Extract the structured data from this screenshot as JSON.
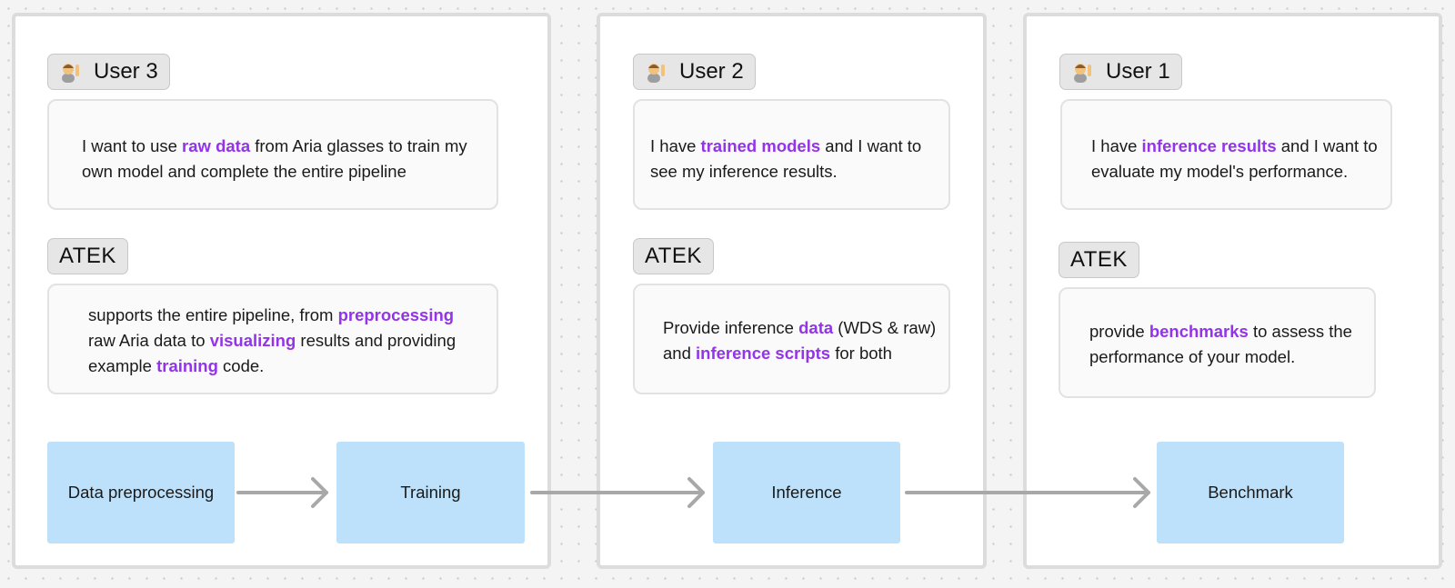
{
  "panels": [
    {
      "user_label": "User 3",
      "request": [
        {
          "t": "I want to use ",
          "h": false
        },
        {
          "t": "raw data",
          "h": true
        },
        {
          "t": " from Aria glasses to train my own model and complete the entire pipeline",
          "h": false
        }
      ],
      "atek_label": "ATEK",
      "atek_text": [
        {
          "t": "supports the entire pipeline, from ",
          "h": false
        },
        {
          "t": "preprocessing",
          "h": true
        },
        {
          "t": " raw Aria data to ",
          "h": false
        },
        {
          "t": "visualizing",
          "h": true
        },
        {
          "t": " results and providing example ",
          "h": false
        },
        {
          "t": "training",
          "h": true
        },
        {
          "t": " code.",
          "h": false
        }
      ]
    },
    {
      "user_label": "User 2",
      "request": [
        {
          "t": "I have ",
          "h": false
        },
        {
          "t": "trained models",
          "h": true
        },
        {
          "t": " and I want to see my inference results.",
          "h": false
        }
      ],
      "atek_label": "ATEK",
      "atek_text": [
        {
          "t": "Provide inference ",
          "h": false
        },
        {
          "t": "data",
          "h": true
        },
        {
          "t": " (WDS & raw) and ",
          "h": false
        },
        {
          "t": "inference scripts",
          "h": true
        },
        {
          "t": " for both",
          "h": false
        }
      ]
    },
    {
      "user_label": "User 1",
      "request": [
        {
          "t": "I have ",
          "h": false
        },
        {
          "t": "inference results",
          "h": true
        },
        {
          "t": " and I want to evaluate my model's performance.",
          "h": false
        }
      ],
      "atek_label": "ATEK",
      "atek_text": [
        {
          "t": "provide ",
          "h": false
        },
        {
          "t": "benchmarks",
          "h": true
        },
        {
          "t": " to assess the performance of your model.",
          "h": false
        }
      ]
    }
  ],
  "stages": [
    "Data preprocessing",
    "Training",
    "Inference",
    "Benchmark"
  ],
  "colors": {
    "highlight": "#9333ea",
    "stage_fill": "#bde1fb",
    "arrow": "#a8a8a8",
    "panel_border": "#dcdcdc",
    "tag_fill": "#e6e6e6"
  },
  "icons": {
    "user": "person-raising-hand-icon"
  }
}
